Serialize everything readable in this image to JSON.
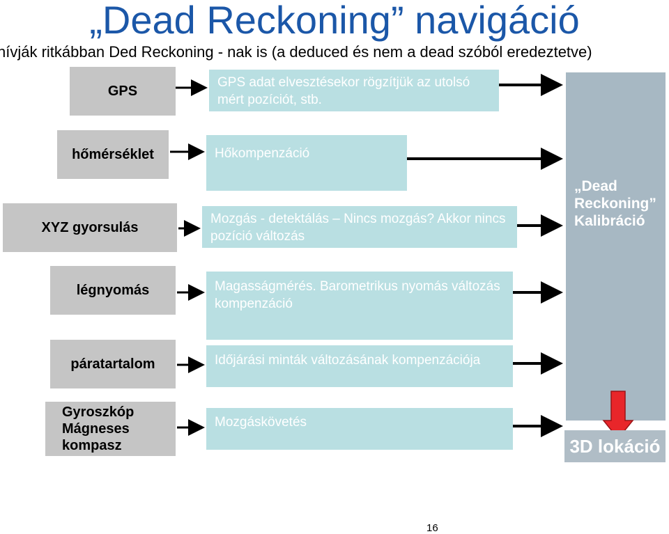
{
  "title": "„Dead Reckoning” navigáció",
  "subtitle": "hívják ritkábban Ded Reckoning - nak is (a deduced és nem a dead szóból eredeztetve)",
  "sources": {
    "gps": "GPS",
    "temperature": "hőmérséklet",
    "acceleration": "XYZ gyorsulás",
    "pressure": "légnyomás",
    "humidity": "páratartalom",
    "gyro_line1": "Gyroszkóp",
    "gyro_line2": "Mágneses",
    "gyro_line3": "kompasz"
  },
  "processes": {
    "gps": "GPS adat elvesztésekor rögzítjük az utolsó mért pozíciót, stb.",
    "temperature": "Hőkompenzáció",
    "acceleration": "Mozgás - detektálás – Nincs mozgás? Akkor nincs pozíció változás",
    "pressure": "Magasságmérés. Barometrikus nyomás változás kompenzáció",
    "humidity": "Időjárási minták változásának kompenzációja",
    "gyro": "Mozgáskövetés"
  },
  "calibration": {
    "line1": "„Dead",
    "line2": "Reckoning”",
    "line3": "Kalibráció"
  },
  "output": "3D lokáció",
  "page_number": "16",
  "colors": {
    "title": "#1b57a8",
    "source_box": "#c5c5c5",
    "process_box": "#b9dfe2",
    "calibration_box": "#a7b8c3",
    "output_arrow": "#e8262a"
  }
}
